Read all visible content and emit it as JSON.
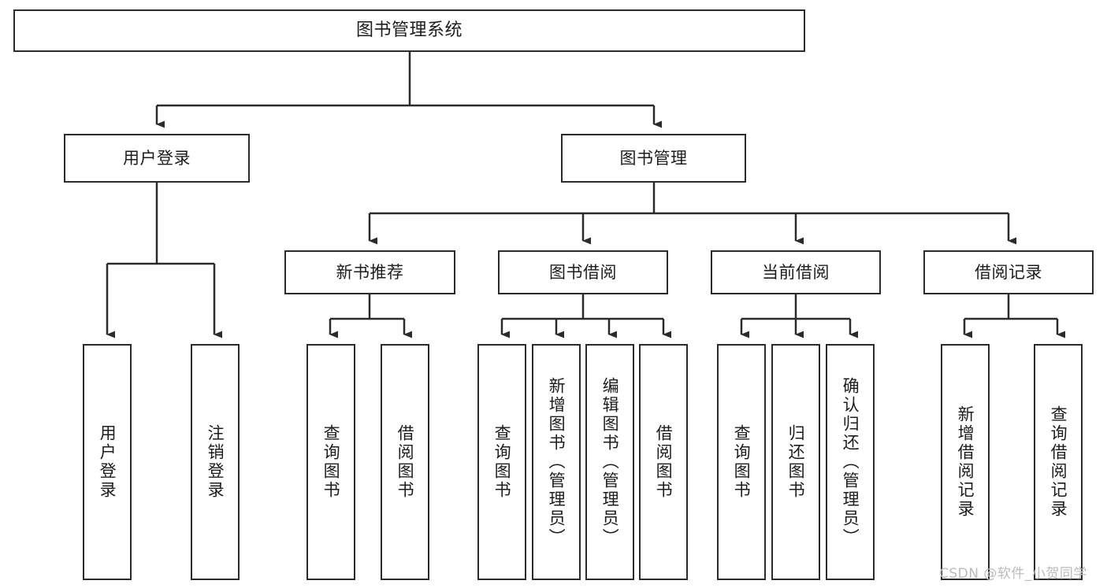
{
  "diagram": {
    "title": "图书管理系统",
    "type": "tree-hierarchy",
    "watermark": "CSDN @软件_小贺同学",
    "colors": {
      "stroke": "#2b2b2b",
      "fill": "#ffffff",
      "text": "#1c1c1c",
      "watermark": "#bcbcbc"
    },
    "root": {
      "label": "图书管理系统"
    },
    "level2": [
      {
        "label": "用户登录"
      },
      {
        "label": "图书管理"
      }
    ],
    "level3": [
      {
        "label": "新书推荐"
      },
      {
        "label": "图书借阅"
      },
      {
        "label": "当前借阅"
      },
      {
        "label": "借阅记录"
      }
    ],
    "leaves": {
      "user_login": [
        {
          "label": "用户登录"
        },
        {
          "label": "注销登录"
        }
      ],
      "new_book_recommend": [
        {
          "label": "查询图书"
        },
        {
          "label": "借阅图书"
        }
      ],
      "book_borrow": [
        {
          "label": "查询图书"
        },
        {
          "label": "新增图书（管理员）"
        },
        {
          "label": "编辑图书（管理员）"
        },
        {
          "label": "借阅图书"
        }
      ],
      "current_borrow": [
        {
          "label": "查询图书"
        },
        {
          "label": "归还图书"
        },
        {
          "label": "确认归还（管理员）"
        }
      ],
      "borrow_record": [
        {
          "label": "新增借阅记录"
        },
        {
          "label": "查询借阅记录"
        }
      ]
    }
  }
}
